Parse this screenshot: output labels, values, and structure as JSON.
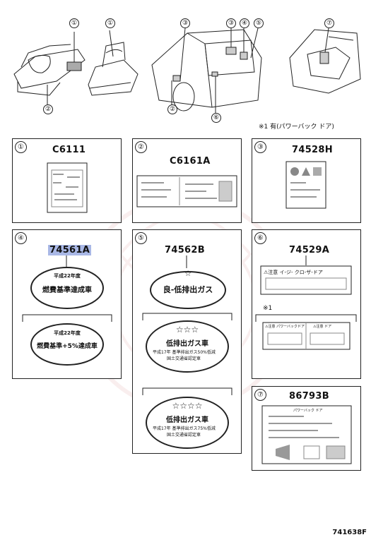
{
  "callouts": [
    "①",
    "①",
    "②",
    "③",
    "②",
    "③",
    "④",
    "⑤",
    "⑥",
    "⑦"
  ],
  "note": "※1 有(パワーバック ドア)",
  "panels": [
    {
      "num": "①",
      "part": "C6111"
    },
    {
      "num": "②",
      "part": "C6161A"
    },
    {
      "num": "③",
      "part": "74528H"
    },
    {
      "num": "④",
      "part": "74561A"
    },
    {
      "num": "⑤",
      "part": "74562B"
    },
    {
      "num": "⑥",
      "part": "74529A"
    },
    {
      "num": "⑦",
      "part": "86793B"
    }
  ],
  "labels": {
    "p4_top_year": "平成22年度",
    "p4_top_text": "燃費基準達成車",
    "p4_bot_year": "平成22年度",
    "p4_bot_text": "燃費基準+5%達成車",
    "p5_top_star": "☆",
    "p5_top_text": "良-低排出ガス",
    "p5_mid_stars": "☆☆☆",
    "p5_mid_text": "低排出ガス車",
    "p5_mid_small1": "平成17年 基準排出ガス50%低減",
    "p5_mid_small2": "国土交通省認定車",
    "p5_bot_stars": "☆☆☆☆",
    "p5_bot_text": "低排出ガス車",
    "p5_bot_small1": "平成17年 基準排出ガス75%低減",
    "p5_bot_small2": "国土交通省認定車",
    "p6_top_text": "⚠注意 イ-ジ- クロ-ザ-ドア",
    "p6_note": "※1",
    "p6_bot_left": "⚠注意 パワーバックドア",
    "p6_bot_right": "⚠注意 ドア",
    "p7_top": "パワーバック ドア"
  },
  "diagram_code": "741638F"
}
